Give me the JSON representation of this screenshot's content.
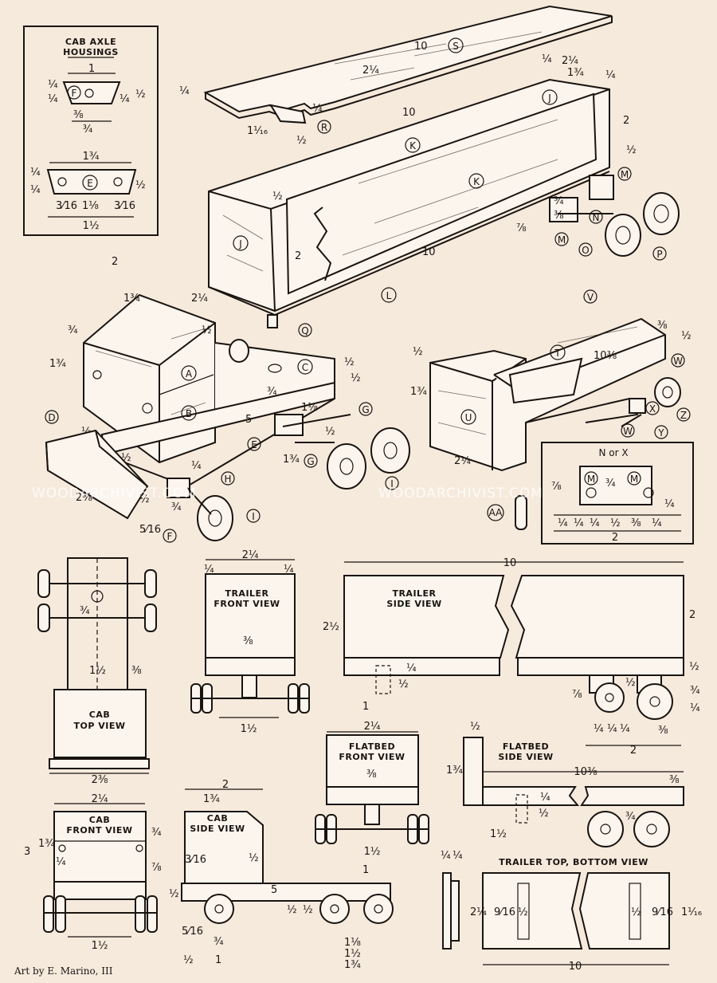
{
  "dimensions": {
    "trailer_top_len": "10",
    "trailer_top_w": "2¼",
    "trailer_len": "10",
    "trailer_w": "2¼",
    "trailer_h": "2",
    "half": "½",
    "quarter": "¼",
    "one_3_4": "1¾",
    "two": "2",
    "three_4": "¾",
    "three_8": "⅜",
    "one_1_16": "1¹⁄₁₆",
    "five": "5",
    "two_3_8": "2⅜",
    "five_16": "5⁄16",
    "one_1_8": "1⅛",
    "ten_3_8": "10⅜",
    "one_half_in": "1½",
    "two_half": "2½",
    "nine_16": "9⁄16",
    "three_16": "3⁄16",
    "three": "3",
    "one": "1",
    "seven_8": "⅞",
    "two_quarter": "2¼"
  },
  "parts": {
    "A": "A",
    "B": "B",
    "C": "C",
    "D": "D",
    "E": "E",
    "F": "F",
    "G": "G",
    "H": "H",
    "I": "I",
    "J": "J",
    "K": "K",
    "L": "L",
    "M": "M",
    "N": "N",
    "O": "O",
    "P": "P",
    "Q": "Q",
    "R": "R",
    "S": "S",
    "T": "T",
    "U": "U",
    "V": "V",
    "W": "W",
    "X": "X",
    "Y": "Y",
    "Z": "Z",
    "AA": "AA",
    "N_or_X": "N or X"
  },
  "labels": {
    "cab_axle_housings_1": "CAB AXLE",
    "cab_axle_housings_2": "HOUSINGS",
    "trailer_front_view_1": "TRAILER",
    "trailer_front_view_2": "FRONT VIEW",
    "trailer_side_view_1": "TRAILER",
    "trailer_side_view_2": "SIDE VIEW",
    "cab_top_view_1": "CAB",
    "cab_top_view_2": "TOP VIEW",
    "flatbed_front_view_1": "FLATBED",
    "flatbed_front_view_2": "FRONT VIEW",
    "flatbed_side_view_1": "FLATBED",
    "flatbed_side_view_2": "SIDE VIEW",
    "cab_front_view_1": "CAB",
    "cab_front_view_2": "FRONT VIEW",
    "cab_side_view_1": "CAB",
    "cab_side_view_2": "SIDE VIEW",
    "trailer_top_bottom_view": "TRAILER TOP, BOTTOM VIEW"
  },
  "watermarks": [
    "WOODARCHIVIST.COM",
    "WOODARCHIVIST.COM"
  ],
  "credit": "Art by E. Marino, III",
  "colors": {
    "paper": "#f6eadd",
    "ink": "#1a1410"
  }
}
